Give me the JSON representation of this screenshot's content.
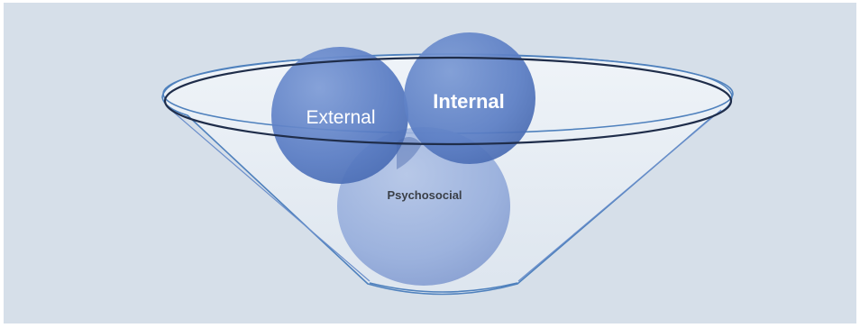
{
  "diagram": {
    "circles": [
      {
        "id": "external",
        "label": "External"
      },
      {
        "id": "internal",
        "label": "Internal"
      },
      {
        "id": "psychosocial",
        "label": "Psychosocial"
      }
    ]
  },
  "colors": {
    "background": "#d6dfe9",
    "funnel_fill": "#e6ecf3",
    "funnel_stroke": "#4f81bd",
    "rim_stroke": "#1f2d4a",
    "circle_fill": "#5b7ec6",
    "label_light": "#ffffff",
    "label_dark": "#3a3f47"
  }
}
